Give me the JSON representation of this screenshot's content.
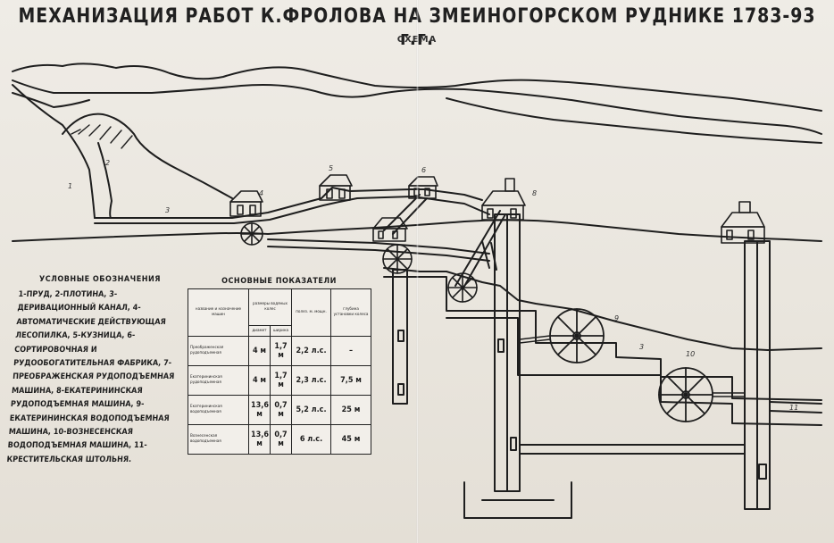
{
  "title": "МЕХАНИЗАЦИЯ РАБОТ К.ФРОЛОВА НА ЗМЕИНОГОРСКОМ РУДНИКЕ 1783-93 г.г.",
  "subtitle": "СХЕМА",
  "labels": [
    "1",
    "2",
    "3",
    "4",
    "5",
    "6",
    "8",
    "9",
    "3",
    "10",
    "11"
  ],
  "legend": {
    "heading": "условные обозначения",
    "body": "1-пруд, 2-плотина, 3-деривационный канал, 4-автоматические действующая лесопилка, 5-кузница, 6-сортировочная и рудообогатительная фабрика, 7-Преображенская рудоподъемная машина, 8-Екатерининская рудоподъемная машина, 9-Екатерининская водоподъемная машина, 10-Вознесенская водоподъемная машина, 11-крестительская штольня."
  },
  "indicators": {
    "heading": "основные показатели",
    "columns": [
      "название и назначение машин",
      "размеры водяных колес",
      "полез. м. мощн.",
      "глубина установки колеса"
    ],
    "subcolumns": [
      "диамет",
      "ширина"
    ],
    "rows": [
      {
        "name": "Преображенская рудоподъемная",
        "diameter": "4 м",
        "width": "1,7 м",
        "power": "2,2 л.с.",
        "depth": "–"
      },
      {
        "name": "Екатерининская рудоподъемная",
        "diameter": "4 м",
        "width": "1,7 м",
        "power": "2,3 л.с.",
        "depth": "7,5 м"
      },
      {
        "name": "Екатерининская водоподъемная",
        "diameter": "13,6 м",
        "width": "0,7 м",
        "power": "5,2 л.с.",
        "depth": "25 м"
      },
      {
        "name": "Вознесенская водоподъемная",
        "diameter": "13,6 м",
        "width": "0,7 м",
        "power": "6 л.с.",
        "depth": "45 м"
      }
    ]
  }
}
